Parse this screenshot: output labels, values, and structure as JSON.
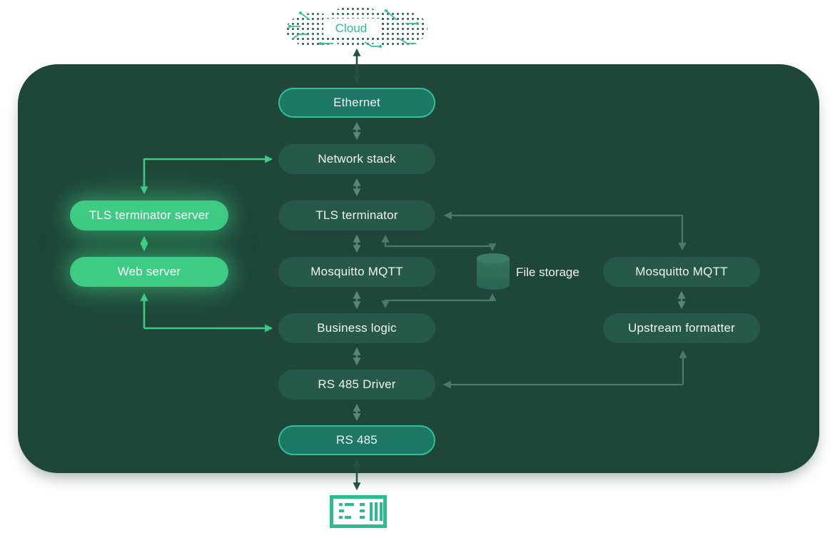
{
  "cloud": {
    "label": "Cloud"
  },
  "columns": {
    "center": [
      {
        "id": "ethernet",
        "label": "Ethernet",
        "variant": "port"
      },
      {
        "id": "network-stack",
        "label": "Network stack",
        "variant": "plain"
      },
      {
        "id": "tls-terminator",
        "label": "TLS terminator",
        "variant": "plain"
      },
      {
        "id": "mosquitto-mqtt",
        "label": "Mosquitto MQTT",
        "variant": "plain"
      },
      {
        "id": "business-logic",
        "label": "Business logic",
        "variant": "plain"
      },
      {
        "id": "rs485-driver",
        "label": "RS 485 Driver",
        "variant": "plain"
      },
      {
        "id": "rs485",
        "label": "RS 485",
        "variant": "port"
      }
    ],
    "left": [
      {
        "id": "tls-terminator-server",
        "label": "TLS terminator server",
        "variant": "bright"
      },
      {
        "id": "web-server",
        "label": "Web server",
        "variant": "bright"
      }
    ],
    "right": [
      {
        "id": "mosquitto-mqtt-upstream",
        "label": "Mosquitto MQTT",
        "variant": "plain"
      },
      {
        "id": "upstream-formatter",
        "label": "Upstream formatter",
        "variant": "plain"
      }
    ]
  },
  "file_storage": {
    "label": "File storage"
  },
  "icons": {
    "cloud": "cloud-icon",
    "file_storage": "database-cylinder-icon",
    "device": "rs485-device-icon"
  },
  "colors": {
    "panel": "#1e4639",
    "node_fill": "#27594b",
    "port_fill": "#1d7765",
    "port_border": "#2fc296",
    "bright_green": "#3ecb84",
    "muted_arrow": "#5e8478",
    "dim_arrow": "#4f786b",
    "dark_arrow": "#235347",
    "cloud_dot": "#1c5a4a",
    "cloud_text": "#2fbf8f",
    "device_icon": "#2bbd8e",
    "text": "#f0f5f3"
  }
}
